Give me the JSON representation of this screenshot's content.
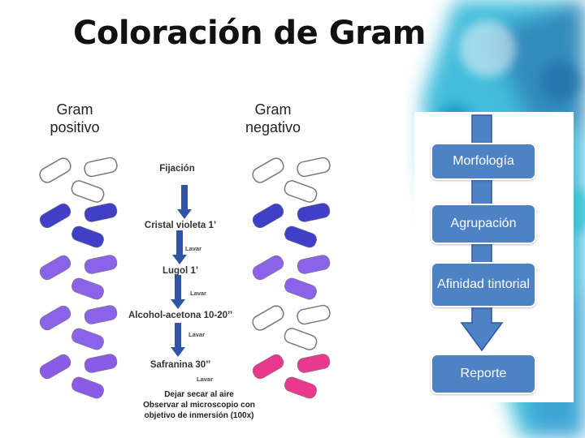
{
  "title": "Coloración de Gram",
  "columns": {
    "positive_line1": "Gram",
    "positive_line2": "positivo",
    "negative_line1": "Gram",
    "negative_line2": "negativo"
  },
  "steps": [
    "Fijación",
    "Cristal violeta 1’",
    "Lugol 1’",
    "Alcohol-acetona 10-20’’",
    "Safranina 30’’"
  ],
  "wash_label": "Lavar",
  "final_note": {
    "line1": "Dejar secar al aire",
    "line2": "Observar al microscopio con",
    "line3": "objetivo de inmersión (100x)"
  },
  "flow": {
    "nodes": [
      "Morfología",
      "Agrupación",
      "Afinidad tintorial",
      "Reporte"
    ]
  },
  "colors": {
    "unstained": "#ffffff",
    "crystal_violet": "#3f3fc8",
    "lugol": "#8a63e8",
    "decolorized_positive": "#8a5ce6",
    "safranin_negative": "#e8398f",
    "arrow_blue": "#2f55a4",
    "flow_box": "#4d82c4"
  }
}
